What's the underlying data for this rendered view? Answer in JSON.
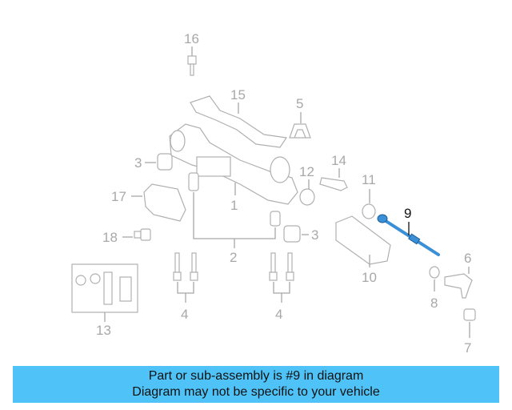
{
  "diagram": {
    "callouts": {
      "c1": "1",
      "c2": "2",
      "c3a": "3",
      "c3b": "3",
      "c4a": "4",
      "c4b": "4",
      "c5": "5",
      "c6": "6",
      "c7": "7",
      "c8": "8",
      "c9": "9",
      "c10": "10",
      "c11": "11",
      "c12": "12",
      "c13": "13",
      "c14": "14",
      "c15": "15",
      "c16": "16",
      "c17": "17",
      "c18": "18"
    },
    "highlight_color": "#111111",
    "line_color": "#a8a8a8",
    "part_color": "#3b8fd6"
  },
  "banner": {
    "line1": "Part or sub-assembly is #9 in diagram",
    "line2": "Diagram may not be specific to your vehicle",
    "bg_color": "#4fc3f7"
  }
}
